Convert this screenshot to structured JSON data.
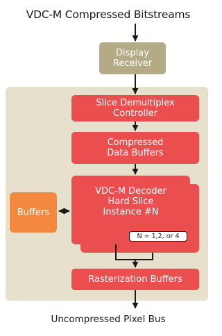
{
  "title": "VDC-M Compressed Bitstreams",
  "footer": "Uncompressed Pixel Bus",
  "blocks": {
    "display_receiver": "Display\nReceiver",
    "slice_demux": "Slice Demultiplex\nController",
    "compressed_buffers": "Compressed\nData Buffers",
    "decoder": "VDC-M Decoder\nHard Slice\nInstance #N",
    "n_note": "N = 1,2, or 4",
    "buffers": "Buffers",
    "rasterization": "Rasterization Buffers"
  },
  "colors": {
    "panel": "#e6e0cd",
    "display_receiver": "#b5aa86",
    "core_blocks": "#eb4e4f",
    "buffers": "#f2893f",
    "connectors": "#1a1a1a"
  }
}
